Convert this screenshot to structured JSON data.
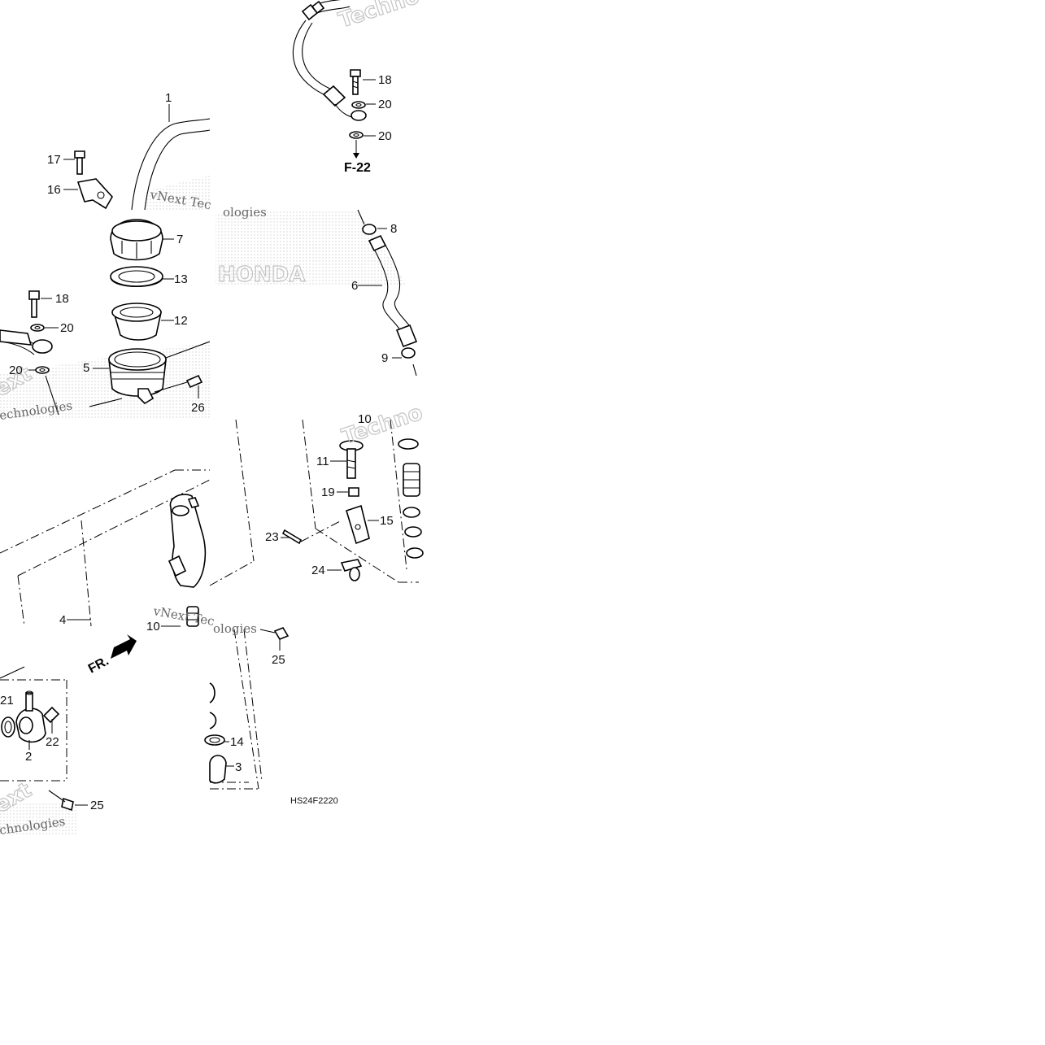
{
  "diagram": {
    "code": "HS24F2220",
    "reference": "F-22",
    "front_arrow": "FR.",
    "watermark_lines": [
      "vNext Tec",
      "vNext Tec",
      "Techno",
      "Techno",
      "ext",
      "ext",
      "echnologies",
      "chnologies",
      "ologies",
      "ologies"
    ],
    "watermark_logo": "HONDA",
    "callouts": [
      {
        "id": "c1",
        "text": "1"
      },
      {
        "id": "c17",
        "text": "17"
      },
      {
        "id": "c16",
        "text": "16"
      },
      {
        "id": "c18a",
        "text": "18"
      },
      {
        "id": "c20a",
        "text": "20"
      },
      {
        "id": "c20b",
        "text": "20"
      },
      {
        "id": "c7",
        "text": "7"
      },
      {
        "id": "c13",
        "text": "13"
      },
      {
        "id": "c12",
        "text": "12"
      },
      {
        "id": "c18b",
        "text": "18"
      },
      {
        "id": "c20c",
        "text": "20"
      },
      {
        "id": "c20d",
        "text": "20"
      },
      {
        "id": "c5",
        "text": "5"
      },
      {
        "id": "c26",
        "text": "26"
      },
      {
        "id": "c8",
        "text": "8"
      },
      {
        "id": "c6",
        "text": "6"
      },
      {
        "id": "c9",
        "text": "9"
      },
      {
        "id": "c10a",
        "text": "10"
      },
      {
        "id": "c11",
        "text": "11"
      },
      {
        "id": "c19",
        "text": "19"
      },
      {
        "id": "c15",
        "text": "15"
      },
      {
        "id": "c23",
        "text": "23"
      },
      {
        "id": "c24",
        "text": "24"
      },
      {
        "id": "c4",
        "text": "4"
      },
      {
        "id": "c10b",
        "text": "10"
      },
      {
        "id": "c25a",
        "text": "25"
      },
      {
        "id": "c21",
        "text": "21"
      },
      {
        "id": "c22",
        "text": "22"
      },
      {
        "id": "c2",
        "text": "2"
      },
      {
        "id": "c25b",
        "text": "25"
      },
      {
        "id": "c14",
        "text": "14"
      },
      {
        "id": "c3",
        "text": "3"
      }
    ]
  }
}
